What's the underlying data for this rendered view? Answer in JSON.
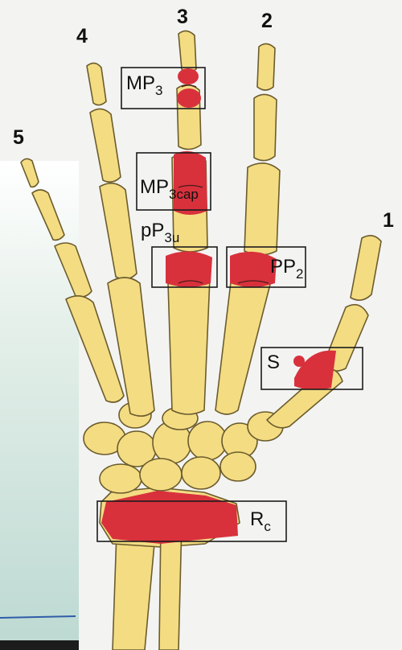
{
  "finger_numbers": {
    "thumb": "1",
    "index": "2",
    "middle": "3",
    "ring": "4",
    "little": "5"
  },
  "regions": {
    "mp3": {
      "main": "MP",
      "sub": "3"
    },
    "mp3cap": {
      "main": "MP",
      "sub": "3cap"
    },
    "pp3u": {
      "main": "pP",
      "sub": "3u"
    },
    "pp2": {
      "main": "PP",
      "sub": "2"
    },
    "sesamoid": {
      "main": "S"
    },
    "radius": {
      "main": "R",
      "sub": "c"
    }
  },
  "colors": {
    "bone": "#f4dc83",
    "bone_outline": "#6b5c2c",
    "highlight": "#d8313c",
    "box": "#1b1b1b",
    "page_background": "#f3f3f2",
    "side_strip": "#cfe3dc"
  }
}
